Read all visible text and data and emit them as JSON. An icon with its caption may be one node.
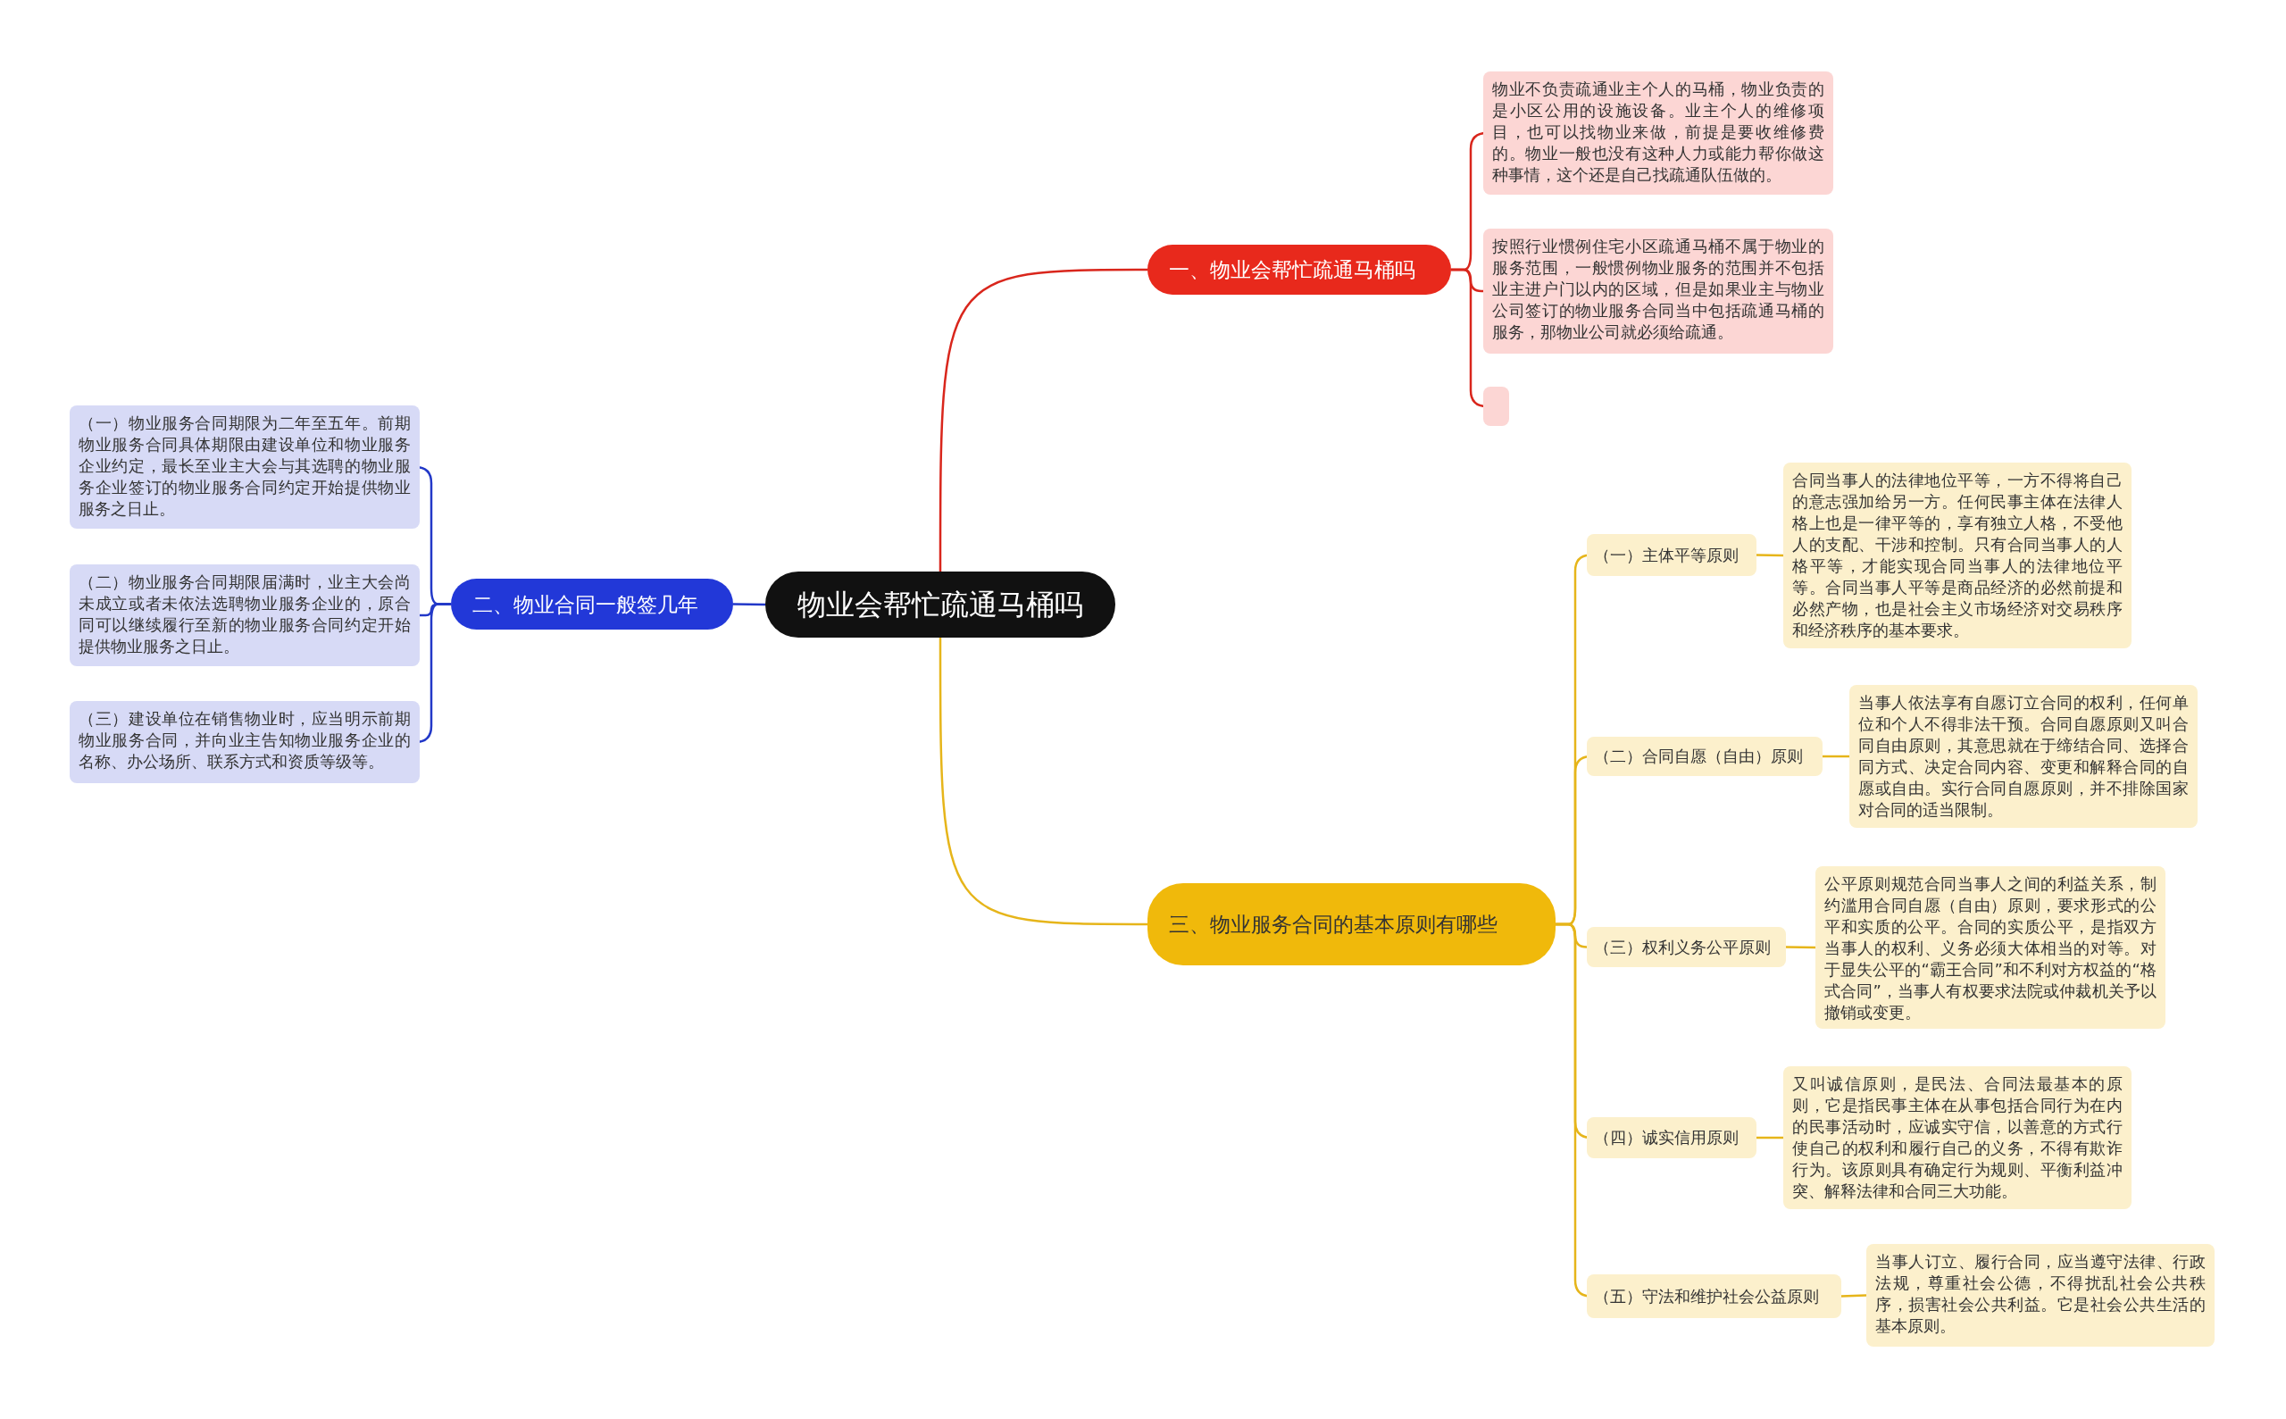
{
  "diagram": {
    "nodes": [
      {
        "text": [
          "物业会帮忙疏通马桶吗"
        ]
      },
      {
        "text": [
          "一、物业会帮忙疏通马桶吗"
        ]
      },
      {
        "text": [
          "物业不负责疏通业主个人的马桶，物业负责的是小区公用的设施设备。业主个人的维修项目，也可以找物业来做，前提是要收维修费的。物业一般也没有这种人力或能力帮你做这种事情，这个还是自己找疏通队伍做的。"
        ]
      },
      {
        "text": [
          "按照行业惯例住宅小区疏通马桶不属于物业的服务范围，一般惯例物业服务的范围并不包括业主进户门以内的区域，但是如果业主与物业公司签订的物业服务合同当中包括疏通马桶的服务，那物业公司就必须给疏通。"
        ]
      },
      {
        "text": [],
        "shape": "box"
      },
      {
        "text": [
          "二、物业合同一般签几年"
        ]
      },
      {
        "text": [
          "（一）物业服务合同期限为二年至五年。前期物业服务合同具体期限由建设单位和物业服务企业约定，最长至业主大会与其选聘的物业服务企业签订的物业服务合同约定开始提供物业服务之日止。"
        ]
      },
      {
        "text": [
          "（二）物业服务合同期限届满时，业主大会尚未成立或者未依法选聘物业服务企业的，原合同可以继续履行至新的物业服务合同约定开始提供物业服务之日止。"
        ]
      },
      {
        "text": [
          "（三）建设单位在销售物业时，应当明示前期物业服务合同，并向业主告知物业服务企业的名称、办公场所、联系方式和资质等级等。"
        ]
      },
      {
        "text": [
          "三、物业服务合同的基本原则有哪些"
        ]
      },
      {
        "text": [
          "（一）主体平等原则"
        ]
      },
      {
        "text": [
          "合同当事人的法律地位平等，一方不得将自己的意志强加给另一方。任何民事主体在法律人格上也是一律平等的，享有独立人格，不受他人的支配、干涉和控制。只有合同当事人的人格平等，才能实现合同当事人的法律地位平等。合同当事人平等是商品经济的必然前提和必然产物，也是社会主义市场经济对交易秩序和经济秩序的基本要求。"
        ]
      },
      {
        "text": [
          "（二）合同自愿（自由）原则"
        ]
      },
      {
        "text": [
          "当事人依法享有自愿订立合同的权利，任何单位和个人不得非法干预。合同自愿原则又叫合同自由原则，其意思就在于缔结合同、选择合同方式、决定合同内容、变更和解释合同的自愿或自由。实行合同自愿原则，并不排除国家对合同的适当限制。"
        ]
      },
      {
        "text": [
          "（三）权利义务公平原则"
        ]
      },
      {
        "text": [
          "公平原则规范合同当事人之间的利益关系，制约滥用合同自愿（自由）原则，要求形式的公平和实质的公平。合同的实质公平，是指双方当事人的权利、义务必须大体相当的对等。对于显失公平的“霸王合同”和不利对方权益的“格式合同”，当事人有权要求法院或仲裁机关予以撤销或变更。"
        ]
      },
      {
        "text": [
          "（四）诚实信用原则"
        ]
      },
      {
        "text": [
          "又叫诚信原则，是民法、合同法最基本的原则，它是指民事主体在从事包括合同行为在内的民事活动时，应诚实守信，以善意的方式行使自己的权利和履行自己的义务，不得有欺诈行为。该原则具有确定行为规则、平衡利益冲突、解释法律和合同三大功能。"
        ]
      },
      {
        "text": [
          "（五）守法和维护社会公益原则"
        ]
      },
      {
        "text": [
          "当事人订立、履行合同，应当遵守法律、行政法规，尊重社会公德，不得扰乱社会公共秩序，损害社会公共利益。它是社会公共生活的基本原则。"
        ]
      }
    ],
    "edges": [
      {
        "from": 0,
        "to": 1,
        "arrow": "none",
        "color": "#d9261c"
      },
      {
        "from": 1,
        "to": 2,
        "arrow": "none",
        "color": "#d9261c"
      },
      {
        "from": 1,
        "to": 3,
        "arrow": "none",
        "color": "#d9261c"
      },
      {
        "from": 1,
        "to": 4,
        "arrow": "none",
        "color": "#d9261c"
      },
      {
        "from": 0,
        "to": 5,
        "arrow": "none",
        "color": "#2238c8"
      },
      {
        "from": 5,
        "to": 6,
        "arrow": "none",
        "color": "#2238c8"
      },
      {
        "from": 5,
        "to": 7,
        "arrow": "none",
        "color": "#2238c8"
      },
      {
        "from": 5,
        "to": 8,
        "arrow": "none",
        "color": "#2238c8"
      },
      {
        "from": 0,
        "to": 9,
        "arrow": "none"
      },
      {
        "from": 9,
        "to": 10,
        "arrow": "none"
      },
      {
        "from": 10,
        "to": 11,
        "arrow": "none"
      },
      {
        "from": 9,
        "to": 12,
        "arrow": "none"
      },
      {
        "from": 12,
        "to": 13,
        "arrow": "none"
      },
      {
        "from": 9,
        "to": 14,
        "arrow": "none"
      },
      {
        "from": 14,
        "to": 15,
        "arrow": "none"
      },
      {
        "from": 9,
        "to": 16,
        "arrow": "none"
      },
      {
        "from": 16,
        "to": 17,
        "arrow": "none"
      },
      {
        "from": 9,
        "to": 18,
        "arrow": "none"
      },
      {
        "from": 18,
        "to": 19,
        "arrow": "none"
      }
    ]
  }
}
